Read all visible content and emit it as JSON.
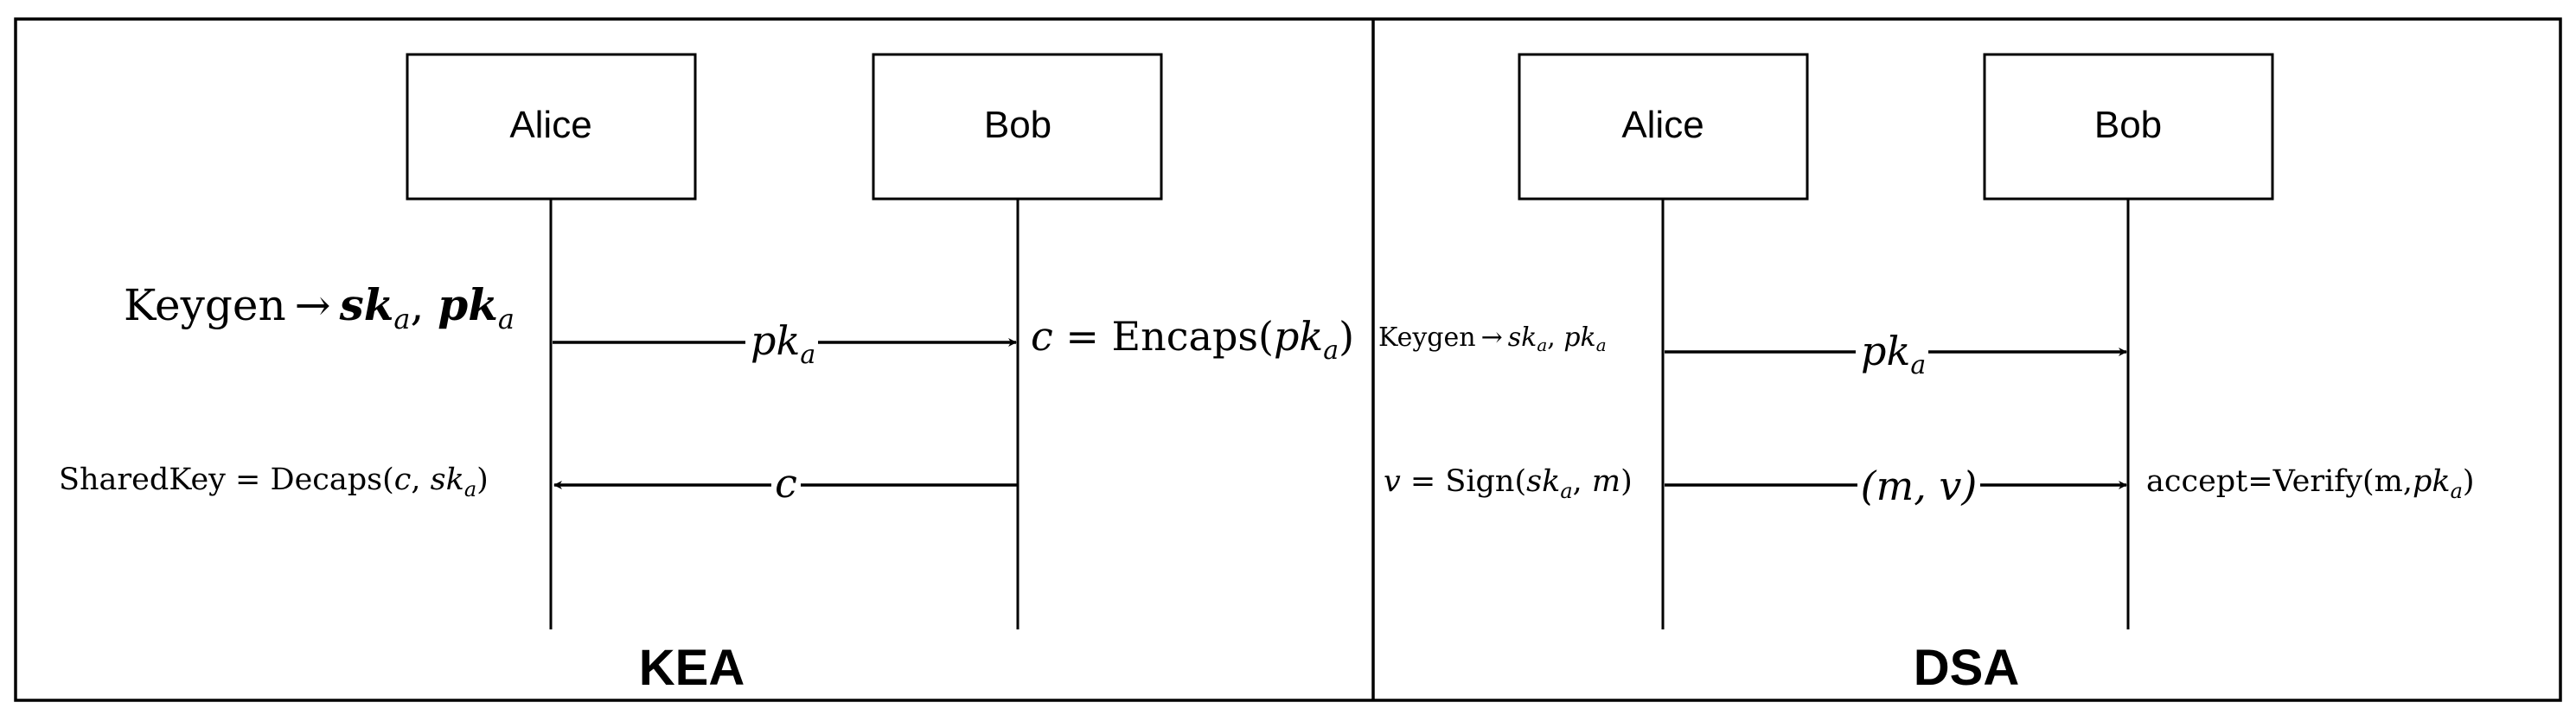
{
  "panels": [
    {
      "title": "KEA",
      "actors": [
        "Alice",
        "Bob"
      ],
      "alice_label_1": {
        "name": "Keygen",
        "arrow": "→",
        "vars": "sk",
        "sub_a": "a",
        "comma": ", ",
        "pk": "pk",
        "sub_b": "a"
      },
      "message_1": {
        "main": "pk",
        "sub": "a"
      },
      "bob_label_1": {
        "c": "c",
        "eq": " = Encaps(",
        "pk": "pk",
        "sub": "a",
        "close": ")"
      },
      "alice_label_2": {
        "pre": "SharedKey = Decaps(",
        "c": "c",
        "comma": ", ",
        "sk": "sk",
        "sub": "a",
        "close": ")"
      },
      "message_2": {
        "main": "c"
      }
    },
    {
      "title": "DSA",
      "actors": [
        "Alice",
        "Bob"
      ],
      "alice_label_1": {
        "name": "Keygen",
        "arrow": "→",
        "sk": "sk",
        "sub_a": "a",
        "comma": ", ",
        "pk": "pk",
        "sub_b": "a"
      },
      "message_1": {
        "main": "pk",
        "sub": "a"
      },
      "alice_label_2": {
        "v": "v",
        "eq": " = Sign(",
        "sk": "sk",
        "sub": "a",
        "comma": ", ",
        "m": "m",
        "close": ")"
      },
      "message_2": {
        "main": "(m, v)"
      },
      "bob_label_2": {
        "pre": "accept=Verify(m,",
        "pk": "pk",
        "sub": "a",
        "close": ")"
      }
    }
  ],
  "colors": {
    "ink": "#000000",
    "background": "#ffffff"
  }
}
